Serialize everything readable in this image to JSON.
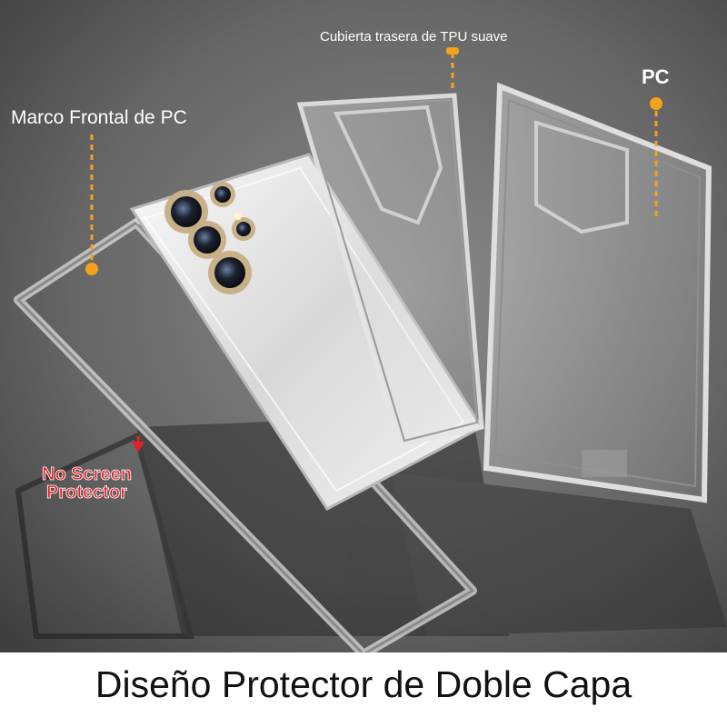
{
  "labels": {
    "front_frame": "Marco Frontal de PC",
    "back_cover": "Cubierta trasera de TPU suave",
    "pc_shell": "PC",
    "no_screen_line1": "No Screen",
    "no_screen_line2": "Protector"
  },
  "footer": {
    "title": "Diseño Protector de Doble Capa"
  },
  "colors": {
    "background": "#5f5f5f",
    "accent": "#f5a21c",
    "warning": "#e2222a",
    "phone_body": "#ececec"
  },
  "icons": [
    "camera-lens-icon",
    "callout-dot-icon"
  ]
}
